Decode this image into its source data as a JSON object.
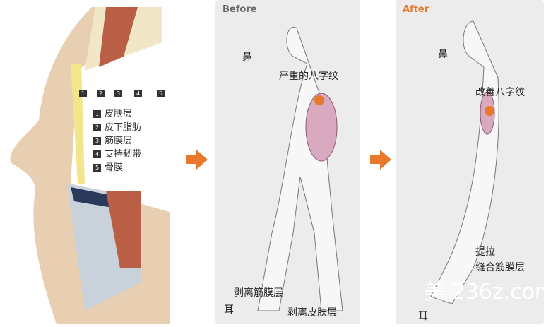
{
  "left": {
    "layer_numbers": [
      "1",
      "2",
      "3",
      "4",
      "5"
    ],
    "legend": [
      {
        "n": "1",
        "label": "皮肤层"
      },
      {
        "n": "2",
        "label": "皮下脂肪"
      },
      {
        "n": "3",
        "label": "筋膜层"
      },
      {
        "n": "4",
        "label": "支持韧带"
      },
      {
        "n": "5",
        "label": "骨膜"
      }
    ]
  },
  "before": {
    "title": "Before",
    "nose": "鼻",
    "fold": "严重的八字纹",
    "peel_fascia": "剥离筋膜层",
    "ear": "耳",
    "peel_skin": "剥离皮肤层"
  },
  "after": {
    "title": "After",
    "nose": "鼻",
    "improve": "改善八字纹",
    "lift": "提拉",
    "suture": "缝合筋膜层",
    "ear": "耳"
  },
  "watermark": "美 236z.com",
  "colors": {
    "accent": "#e8782a",
    "title_before": "#666666",
    "title_after": "#e8782a"
  }
}
